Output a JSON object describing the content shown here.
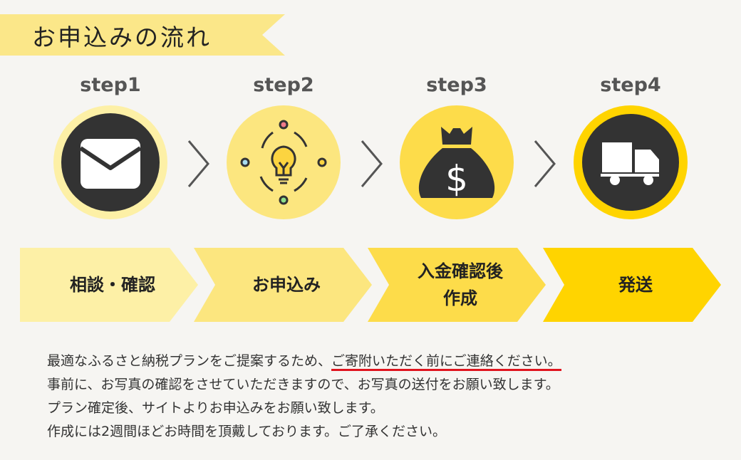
{
  "header": {
    "title": "お申込みの流れ"
  },
  "steps": [
    {
      "label": "step1",
      "icon": "envelope-icon",
      "text": "相談・確認"
    },
    {
      "label": "step2",
      "icon": "lightbulb-cycle-icon",
      "text": "お申込み"
    },
    {
      "label": "step3",
      "icon": "money-bag-icon",
      "text": "入金確認後\n作成"
    },
    {
      "label": "step4",
      "icon": "truck-icon",
      "text": "発送"
    }
  ],
  "colors": {
    "step1": "#fdf0a6",
    "step2": "#fce67f",
    "step3": "#fddc4a",
    "step4": "#ffd400",
    "dark": "#333333",
    "underline": "#e0141e"
  },
  "description": {
    "line1_a": "最適なふるさと納税プランをご提案するため、",
    "line1_b": "ご寄附いただく前にご連絡ください。",
    "line2": "事前に、お写真の確認をさせていただきますので、お写真の送付をお願い致します。",
    "line3": "プラン確定後、サイトよりお申込みをお願い致します。",
    "line4": "作成には2週間ほどお時間を頂戴しております。ご了承ください。"
  }
}
